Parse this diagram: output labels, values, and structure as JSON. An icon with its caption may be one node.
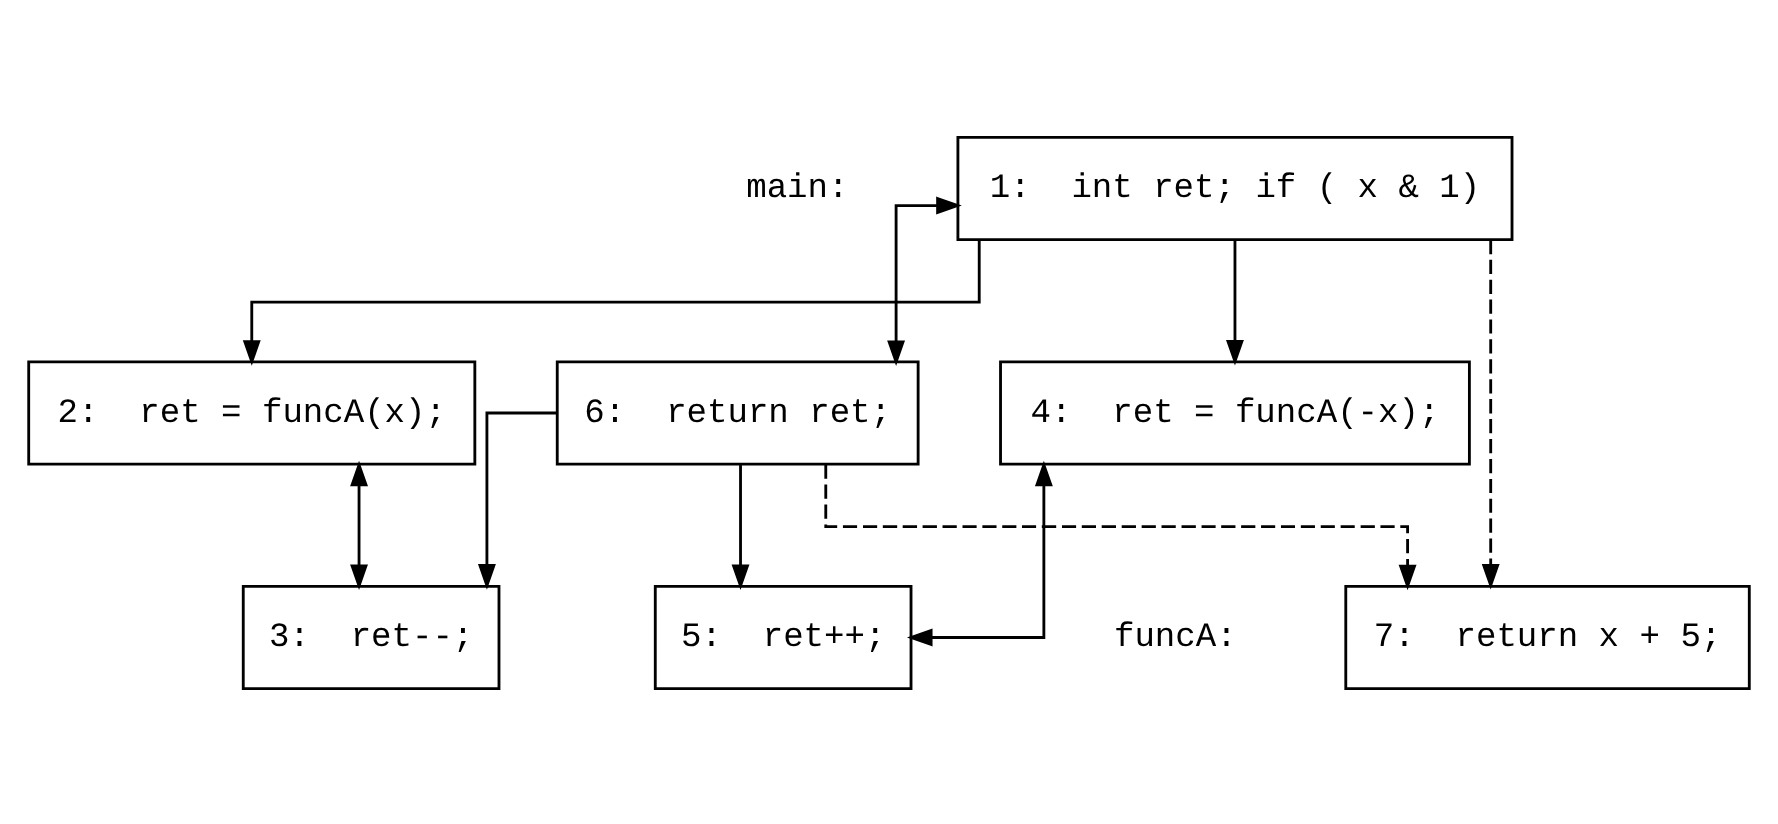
{
  "diagram": {
    "nodes": [
      {
        "text": [
          "1:  int ret; if ( x & 1)"
        ],
        "beside": [
          "main:"
        ]
      },
      {
        "text": [
          "2:  ret = funcA(x);"
        ]
      },
      {
        "text": [
          "4:  ret = funcA(-x);"
        ]
      },
      {
        "text": [
          "3:  ret--;"
        ]
      },
      {
        "text": [
          "5:  ret++;"
        ]
      },
      {
        "text": [
          "6:  return ret;"
        ]
      },
      {
        "text": [
          "7:  return x + 5;"
        ],
        "beside": [
          "funcA:"
        ]
      }
    ],
    "edges": [
      {
        "from": 0,
        "to": 1,
        "arrow": "to"
      },
      {
        "from": 0,
        "to": 2,
        "arrow": "to"
      },
      {
        "from": 1,
        "to": 3,
        "arrow": "both"
      },
      {
        "from": 2,
        "to": 4,
        "arrow": "both"
      },
      {
        "from": 5,
        "to": 3,
        "arrow": "to"
      },
      {
        "from": 5,
        "to": 4,
        "arrow": "to"
      },
      {
        "from": 0,
        "to": 5,
        "arrow": "both"
      },
      {
        "from": 0,
        "to": 6,
        "arrow": "to",
        "style": "dashed"
      },
      {
        "from": 5,
        "to": 6,
        "arrow": "to",
        "style": "dashed"
      }
    ]
  }
}
